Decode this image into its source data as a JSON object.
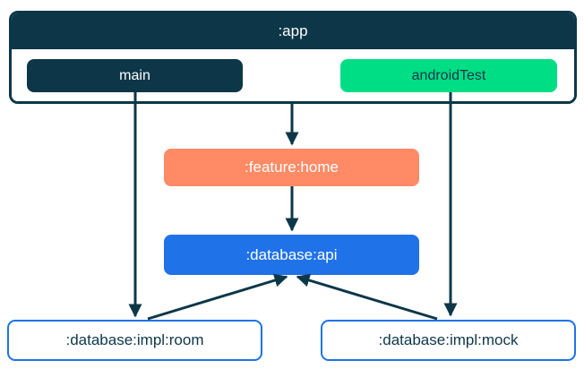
{
  "diagram": {
    "app": {
      "label": ":app",
      "source_sets": [
        {
          "label": "main"
        },
        {
          "label": "androidTest"
        }
      ]
    },
    "nodes": {
      "feature_home": {
        "label": ":feature:home"
      },
      "database_api": {
        "label": ":database:api"
      },
      "impl_room": {
        "label": ":database:impl:room"
      },
      "impl_mock": {
        "label": ":database:impl:mock"
      }
    },
    "edges": [
      {
        "from": "main",
        "to": ":database:impl:room"
      },
      {
        "from": "androidTest",
        "to": ":database:impl:mock"
      },
      {
        "from": ":app",
        "to": ":feature:home"
      },
      {
        "from": ":feature:home",
        "to": ":database:api"
      },
      {
        "from": ":database:impl:room",
        "to": ":database:api"
      },
      {
        "from": ":database:impl:mock",
        "to": ":database:api"
      }
    ],
    "colors": {
      "navy": "#0d3749",
      "green": "#00de85",
      "coral": "#ff8a66",
      "blue": "#1f72e8",
      "node_border": "#1f72e8",
      "edge": "#0d3749",
      "background": "#ffffff"
    }
  }
}
